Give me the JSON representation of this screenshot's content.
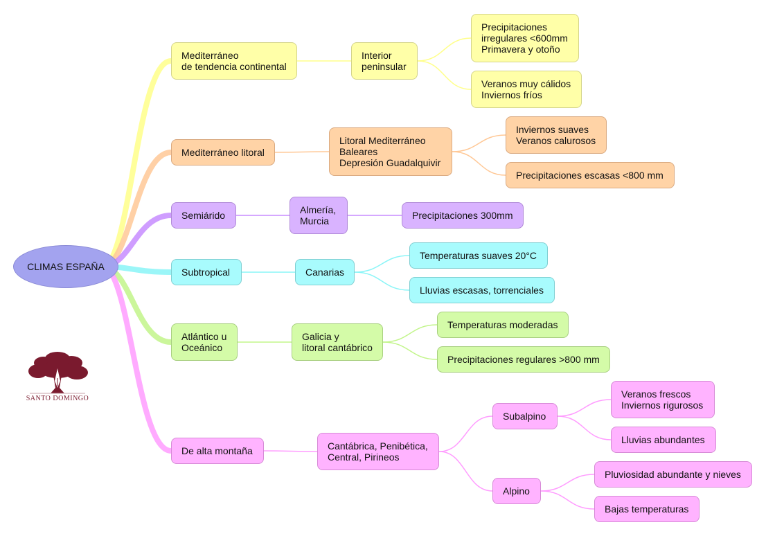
{
  "root": {
    "label": "CLIMAS ESPAÑA",
    "color": "#a3a3ef"
  },
  "logo": {
    "text": "SANTO DOMINGO",
    "color": "#7a1a2e"
  },
  "branches": [
    {
      "id": "med-continental",
      "fill": "#ffffa8",
      "stroke": "#d4d48a",
      "line": "#ffff8a",
      "label": "Mediterráneo\nde tendencia continental",
      "sub": {
        "label": "Interior\npeninsular",
        "leaves": [
          "Precipitaciones\nirregulares <600mm\nPrimavera y otoño",
          "Veranos muy cálidos\nInviernos fríos"
        ]
      }
    },
    {
      "id": "med-litoral",
      "fill": "#ffd3a6",
      "stroke": "#d9a980",
      "line": "#ffc896",
      "label": "Mediterráneo litoral",
      "sub": {
        "label": "Litoral Mediterráneo\nBaleares\nDepresión Guadalquivir",
        "leaves": [
          "Inviernos suaves\nVeranos calurosos",
          "Precipitaciones escasas <800 mm"
        ]
      }
    },
    {
      "id": "semiarido",
      "fill": "#d9b3ff",
      "stroke": "#b08ad8",
      "line": "#c78cff",
      "label": "Semiárido",
      "sub": {
        "label": "Almería,\nMurcia",
        "leaves": [
          "Precipitaciones 300mm"
        ]
      }
    },
    {
      "id": "subtropical",
      "fill": "#a8fbfd",
      "stroke": "#80cfd2",
      "line": "#8af5f7",
      "label": "Subtropical",
      "sub": {
        "label": "Canarias",
        "leaves": [
          "Temperaturas suaves 20°C",
          "Lluvias escasas, torrenciales"
        ]
      }
    },
    {
      "id": "atlantico",
      "fill": "#d4fba8",
      "stroke": "#a8cf80",
      "line": "#c2f58a",
      "label": "Atlántico u\nOceánico",
      "sub": {
        "label": "Galicia y\nlitoral cantábrico",
        "leaves": [
          "Temperaturas moderadas",
          "Precipitaciones regulares >800 mm"
        ]
      }
    },
    {
      "id": "alta-montana",
      "fill": "#ffb3ff",
      "stroke": "#d68ad6",
      "line": "#ff9cff",
      "label": "De alta montaña",
      "sub": {
        "label": "Cantábrica, Penibética,\nCentral, Pirineos",
        "children": [
          {
            "label": "Subalpino",
            "leaves": [
              "Veranos frescos\nInviernos rigurosos",
              "Lluvias abundantes"
            ]
          },
          {
            "label": "Alpino",
            "leaves": [
              "Pluviosidad abundante y nieves",
              "Bajas temperaturas"
            ]
          }
        ]
      }
    }
  ]
}
